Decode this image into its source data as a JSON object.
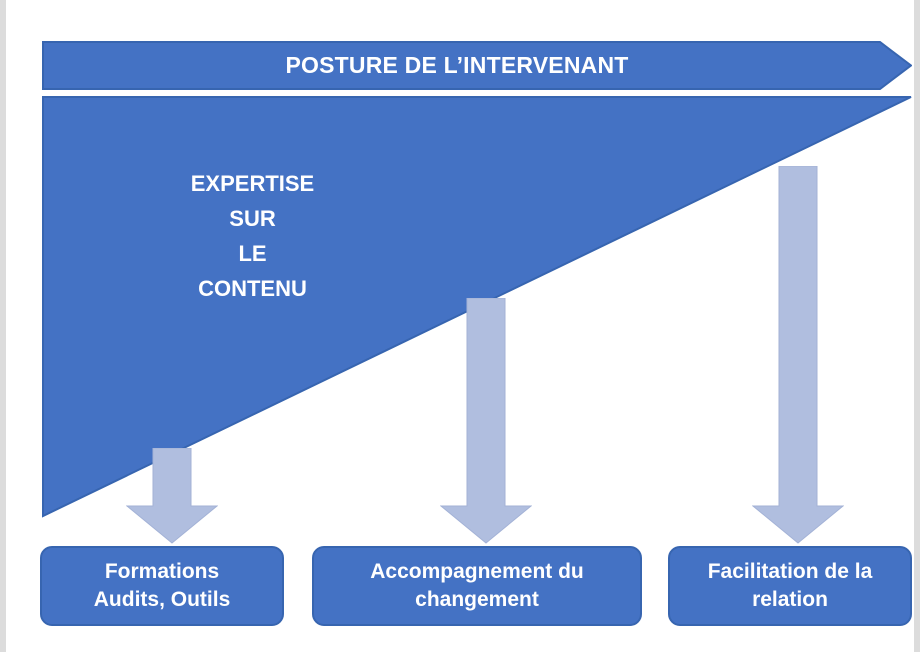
{
  "diagram": {
    "title": "POSTURE DE L’INTERVENANT",
    "colors": {
      "primary_blue": "#4472C4",
      "primary_blue_border": "#3765B0",
      "light_arrow_blue": "#B0BEDF",
      "light_arrow_border": "#A3B2D6",
      "text_white": "#FFFFFF",
      "page_edge_gray": "#DCDCDC",
      "background": "#FFFFFF"
    },
    "banner": {
      "label": "POSTURE DE L’INTERVENANT",
      "shape": "right-arrow-banner"
    },
    "triangle": {
      "shape": "right-triangle",
      "lines": [
        "EXPERTISE",
        "SUR",
        "LE",
        "CONTENU"
      ]
    },
    "arrows": [
      {
        "name": "arrow-formations",
        "direction": "down"
      },
      {
        "name": "arrow-accompagnement",
        "direction": "down"
      },
      {
        "name": "arrow-facilitation",
        "direction": "down"
      }
    ],
    "boxes": [
      {
        "lines": [
          "Formations",
          "Audits, Outils"
        ]
      },
      {
        "lines": [
          "Accompagnement du",
          "changement"
        ]
      },
      {
        "lines": [
          "Facilitation de la",
          "relation"
        ]
      }
    ]
  }
}
